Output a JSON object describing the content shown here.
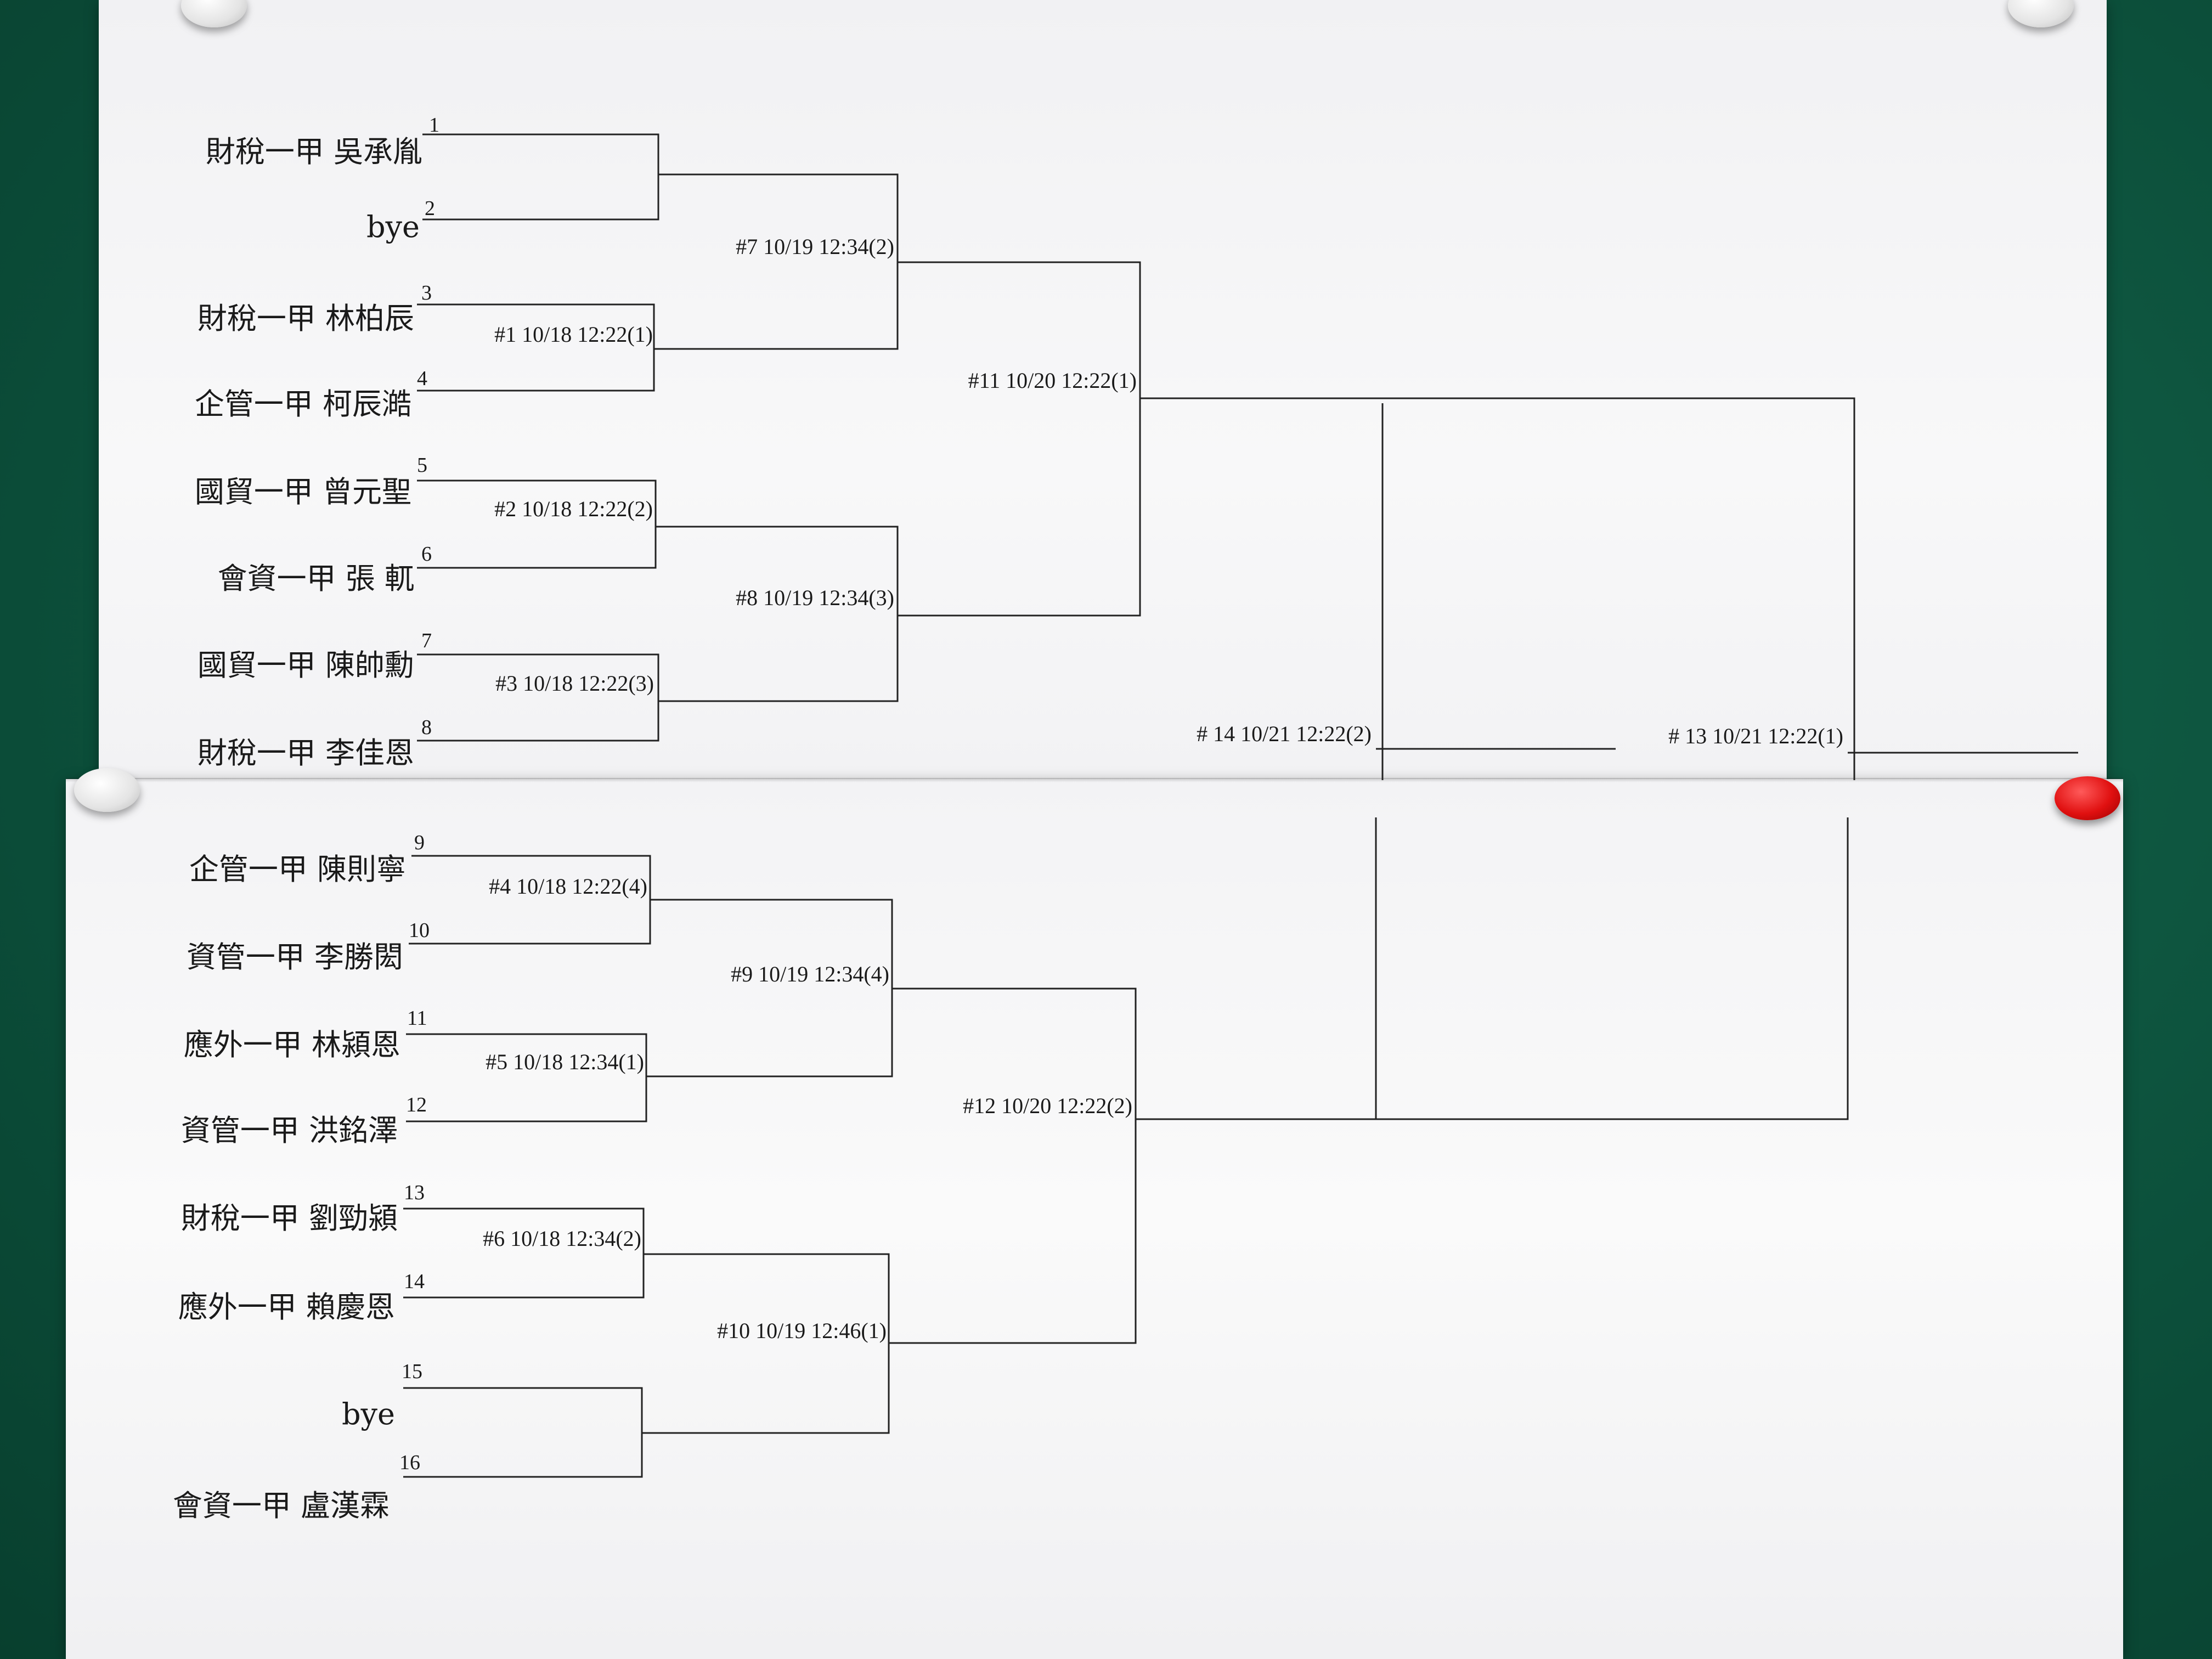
{
  "players": [
    {
      "seed": "1",
      "name": "財稅一甲 吳承胤"
    },
    {
      "seed": "2",
      "name": "bye"
    },
    {
      "seed": "3",
      "name": "財稅一甲 林柏辰"
    },
    {
      "seed": "4",
      "name": "企管一甲 柯辰澔"
    },
    {
      "seed": "5",
      "name": "國貿一甲 曾元聖"
    },
    {
      "seed": "6",
      "name": "會資一甲 張 軏"
    },
    {
      "seed": "7",
      "name": "國貿一甲 陳帥勳"
    },
    {
      "seed": "8",
      "name": "財稅一甲 李佳恩"
    },
    {
      "seed": "9",
      "name": "企管一甲 陳則寧"
    },
    {
      "seed": "10",
      "name": "資管一甲 李勝閎"
    },
    {
      "seed": "11",
      "name": "應外一甲 林潁恩"
    },
    {
      "seed": "12",
      "name": "資管一甲 洪銘澤"
    },
    {
      "seed": "13",
      "name": "財稅一甲 劉勁潁"
    },
    {
      "seed": "14",
      "name": "應外一甲 賴慶恩"
    },
    {
      "seed": "15",
      "name": "bye"
    },
    {
      "seed": "16",
      "name": "會資一甲 盧漢霖"
    }
  ],
  "matches": {
    "m1": "#1 10/18 12:22(1)",
    "m2": "#2 10/18 12:22(2)",
    "m3": "#3 10/18 12:22(3)",
    "m4": "#4 10/18 12:22(4)",
    "m5": "#5 10/18 12:34(1)",
    "m6": "#6 10/18 12:34(2)",
    "m7": "#7 10/19 12:34(2)",
    "m8": "#8 10/19 12:34(3)",
    "m9": "#9 10/19 12:34(4)",
    "m10": "#10 10/19 12:46(1)",
    "m11": "#11 10/20 12:22(1)",
    "m12": "#12 10/20 12:22(2)",
    "m13": "# 13 10/21 12:22(1)",
    "m14": "# 14 10/21 12:22(2)"
  },
  "colors": {
    "board": "#0e5a43",
    "paper": "#f6f6f7",
    "line": "#222222",
    "pin_white": "#e4e4e4",
    "pin_red": "#e01010"
  }
}
